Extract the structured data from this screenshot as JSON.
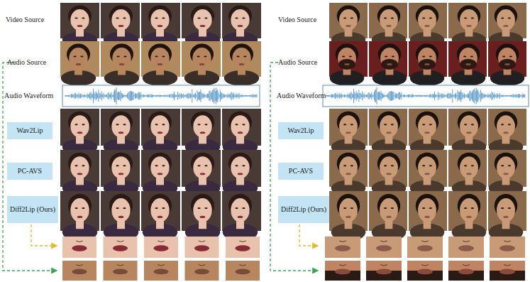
{
  "diagram": {
    "nodes": [
      {
        "text": [
          "Wav2Lip"
        ]
      },
      {
        "text": [
          "PC-AVS"
        ]
      },
      {
        "text": [
          "Diff2Lip (Ours)"
        ]
      },
      {
        "text": [
          "Wav2Lip"
        ]
      },
      {
        "text": [
          "PC-AVS"
        ]
      },
      {
        "text": [
          "Diff2Lip (Ours)"
        ]
      }
    ],
    "edges": [],
    "labels": [
      "Video Source",
      "Video Source",
      "Audio Source",
      "Audio Source",
      "Audio Waveform",
      "Audio Waveform"
    ]
  }
}
